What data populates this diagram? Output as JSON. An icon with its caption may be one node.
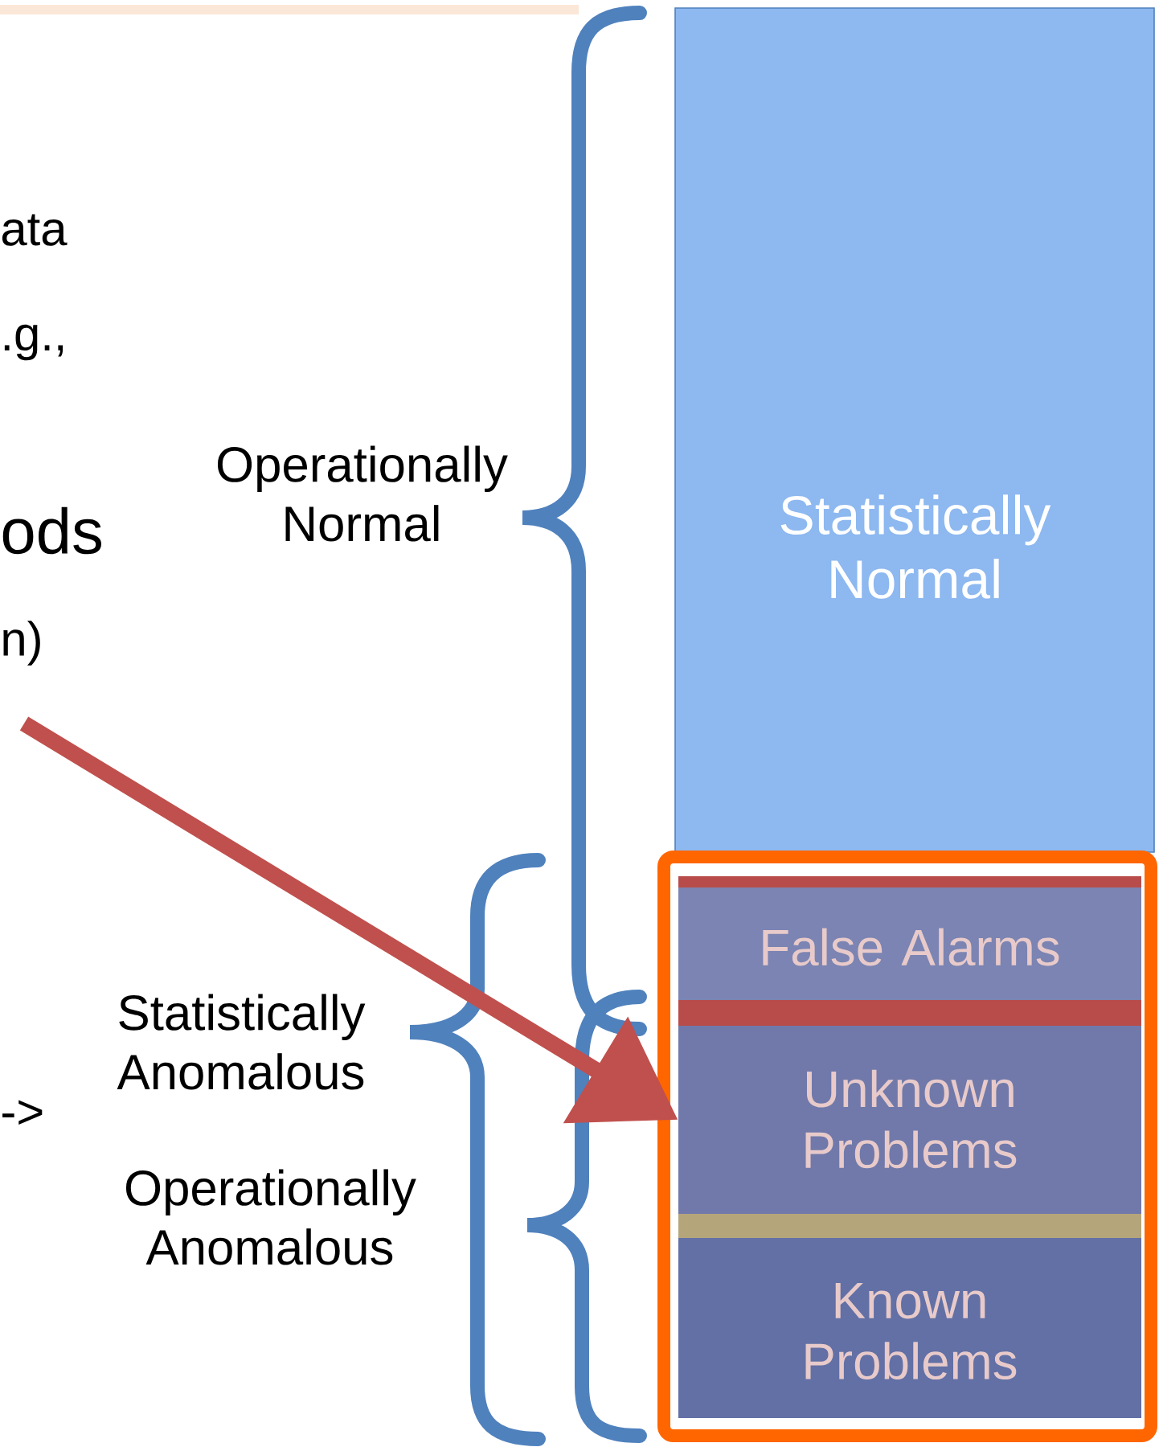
{
  "diagram": {
    "nodes": [
      {
        "text": [
          "Statistically Normal"
        ]
      },
      {
        "text": [],
        "shape": "box"
      },
      {
        "text": [
          "False Alarms"
        ],
        "in": 1
      },
      {
        "text": [
          "Unknown Problems"
        ],
        "in": 1
      },
      {
        "text": [
          "Known Problems"
        ],
        "in": 1
      }
    ],
    "edges": [
      {
        "from": null,
        "to": 3,
        "arrow": "to",
        "color": "#c0504d"
      }
    ],
    "labels": [
      "ata",
      ".g.,",
      "Operationally Normal",
      "ods",
      "n)",
      "Statistically Anomalous",
      "->",
      "Operationally Anomalous"
    ]
  }
}
